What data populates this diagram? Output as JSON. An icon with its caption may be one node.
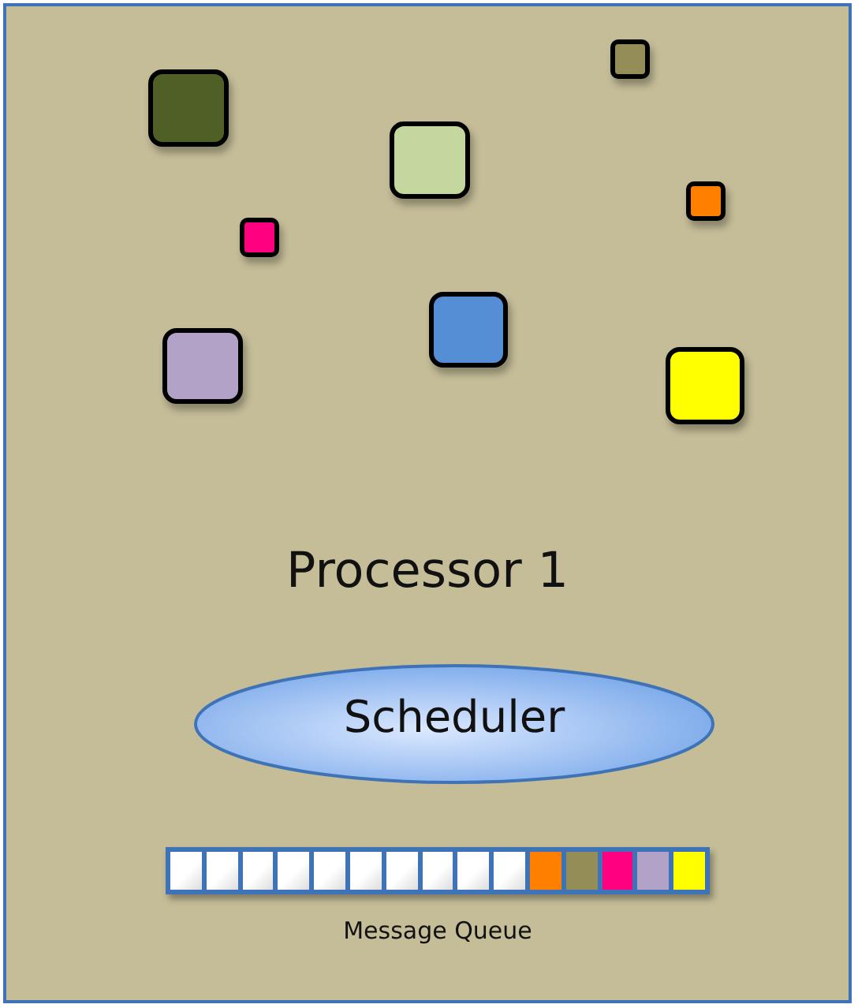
{
  "diagram": {
    "nodes": [
      {
        "text": [
          "Processor 1"
        ]
      },
      {
        "text": [],
        "shape": "box",
        "in": 0
      },
      {
        "text": [],
        "shape": "box",
        "in": 0
      },
      {
        "text": [],
        "shape": "box",
        "in": 0
      },
      {
        "text": [],
        "shape": "box",
        "in": 0
      },
      {
        "text": [],
        "shape": "box",
        "in": 0
      },
      {
        "text": [],
        "shape": "box",
        "in": 0
      },
      {
        "text": [],
        "shape": "box",
        "in": 0
      },
      {
        "text": [],
        "shape": "box",
        "in": 0
      },
      {
        "text": [
          "Scheduler"
        ],
        "in": 0
      },
      {
        "text": [],
        "shape": "bar",
        "in": 0,
        "beside": [
          "Message Queue"
        ]
      }
    ],
    "edges": []
  }
}
